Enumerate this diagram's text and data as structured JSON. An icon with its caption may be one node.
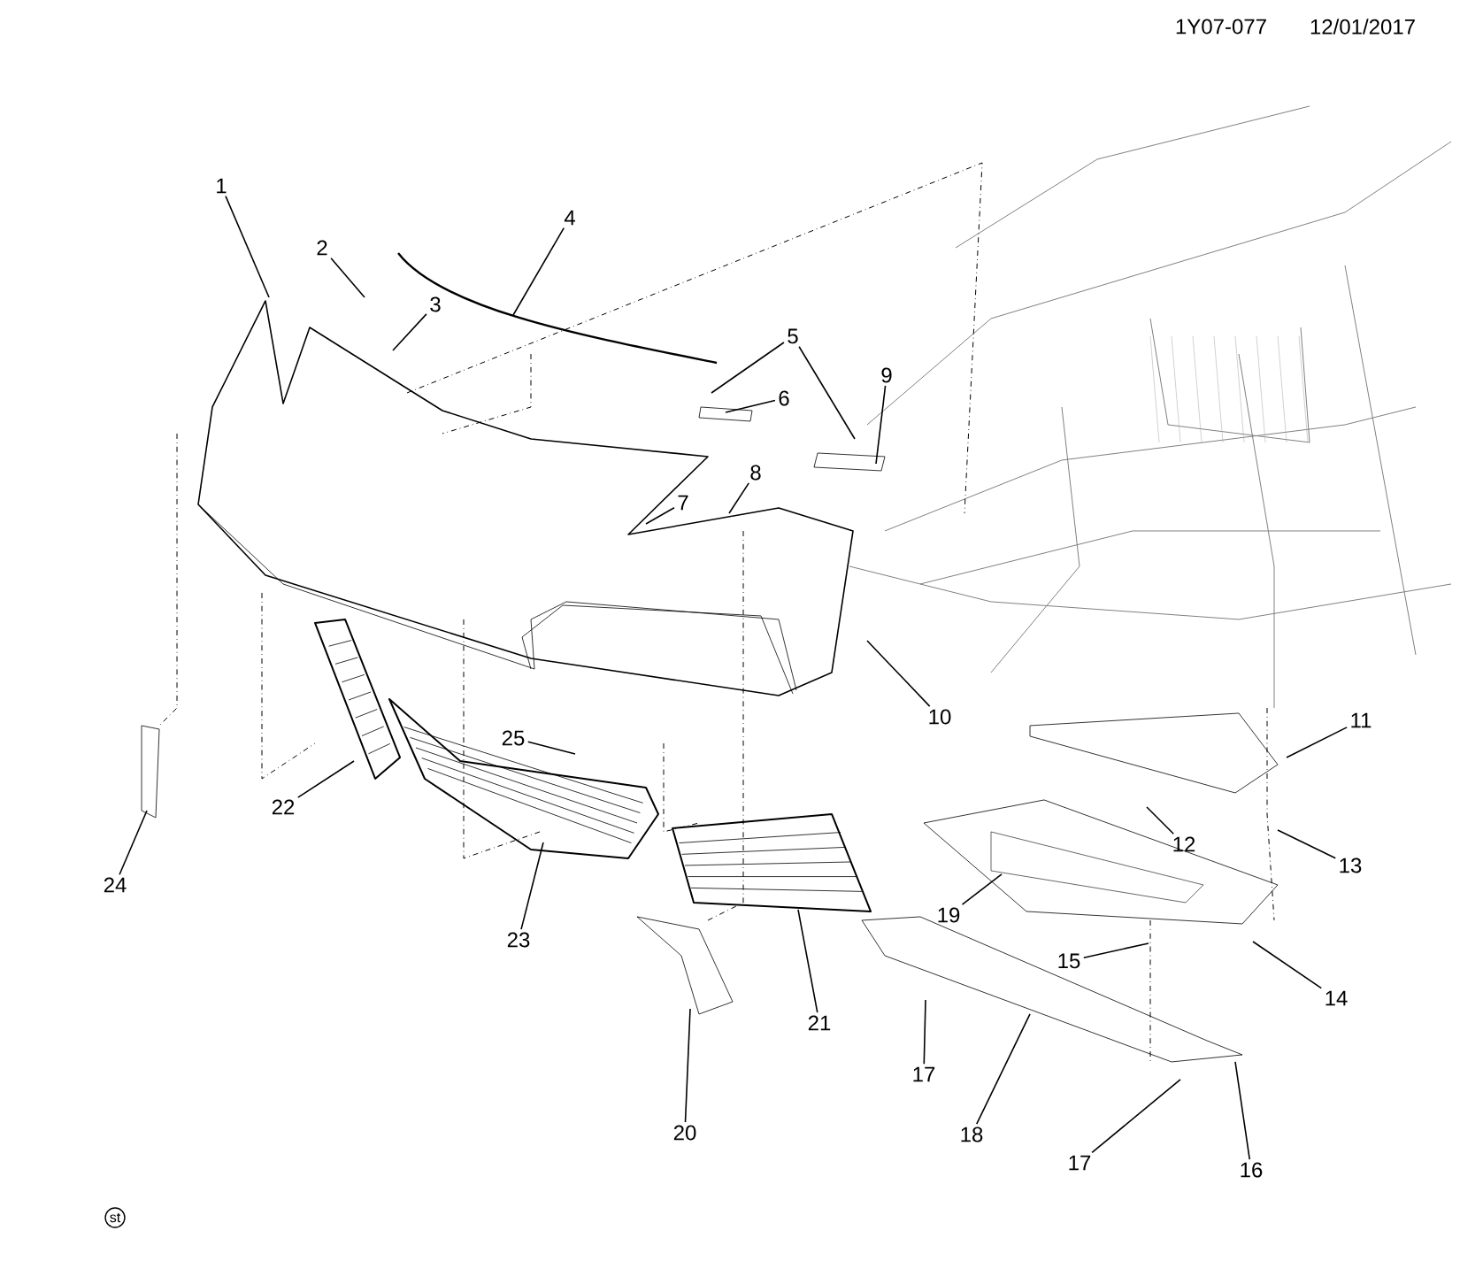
{
  "diagram": {
    "nodes": [
      {
        "text": [
          "1"
        ]
      },
      {
        "text": [
          "2"
        ]
      },
      {
        "text": [
          "3"
        ]
      },
      {
        "text": [
          "4"
        ]
      },
      {
        "text": [
          "5"
        ]
      },
      {
        "text": [
          "6"
        ]
      },
      {
        "text": [
          "7"
        ]
      },
      {
        "text": [
          "8"
        ]
      },
      {
        "text": [
          "9"
        ]
      },
      {
        "text": [
          "10"
        ]
      },
      {
        "text": [
          "11"
        ]
      },
      {
        "text": [
          "12"
        ]
      },
      {
        "text": [
          "13"
        ]
      },
      {
        "text": [
          "14"
        ]
      },
      {
        "text": [
          "15"
        ]
      },
      {
        "text": [
          "16"
        ]
      },
      {
        "text": [
          "17"
        ]
      },
      {
        "text": [
          "17"
        ]
      },
      {
        "text": [
          "18"
        ]
      },
      {
        "text": [
          "19"
        ]
      },
      {
        "text": [
          "20"
        ]
      },
      {
        "text": [
          "21"
        ]
      },
      {
        "text": [
          "22"
        ]
      },
      {
        "text": [
          "23"
        ]
      },
      {
        "text": [
          "24"
        ]
      },
      {
        "text": [
          "25"
        ]
      }
    ],
    "edges": [
      {
        "from": 0,
        "to": null,
        "arrow": "none"
      },
      {
        "from": 1,
        "to": null,
        "arrow": "none"
      },
      {
        "from": 2,
        "to": null,
        "arrow": "none"
      },
      {
        "from": 3,
        "to": null,
        "arrow": "none"
      },
      {
        "from": 4,
        "to": null,
        "arrow": "none"
      },
      {
        "from": 4,
        "to": null,
        "arrow": "none"
      },
      {
        "from": 5,
        "to": null,
        "arrow": "none"
      },
      {
        "from": 6,
        "to": null,
        "arrow": "none"
      },
      {
        "from": 7,
        "to": null,
        "arrow": "none"
      },
      {
        "from": 8,
        "to": null,
        "arrow": "none"
      },
      {
        "from": 9,
        "to": null,
        "arrow": "none"
      },
      {
        "from": 10,
        "to": null,
        "arrow": "none"
      },
      {
        "from": 11,
        "to": null,
        "arrow": "none"
      },
      {
        "from": 12,
        "to": null,
        "arrow": "none"
      },
      {
        "from": 13,
        "to": null,
        "arrow": "none"
      },
      {
        "from": 14,
        "to": null,
        "arrow": "none"
      },
      {
        "from": 15,
        "to": null,
        "arrow": "none"
      },
      {
        "from": 16,
        "to": null,
        "arrow": "none"
      },
      {
        "from": 17,
        "to": null,
        "arrow": "none"
      },
      {
        "from": 18,
        "to": null,
        "arrow": "none"
      },
      {
        "from": 19,
        "to": null,
        "arrow": "none"
      },
      {
        "from": 20,
        "to": null,
        "arrow": "none"
      },
      {
        "from": 21,
        "to": null,
        "arrow": "none"
      },
      {
        "from": 22,
        "to": null,
        "arrow": "none"
      },
      {
        "from": 23,
        "to": null,
        "arrow": "none"
      },
      {
        "from": 24,
        "to": null,
        "arrow": "none"
      },
      {
        "from": 25,
        "to": null,
        "arrow": "none"
      }
    ],
    "labels": [
      "1Y07-077",
      "12/01/2017",
      "st"
    ]
  }
}
